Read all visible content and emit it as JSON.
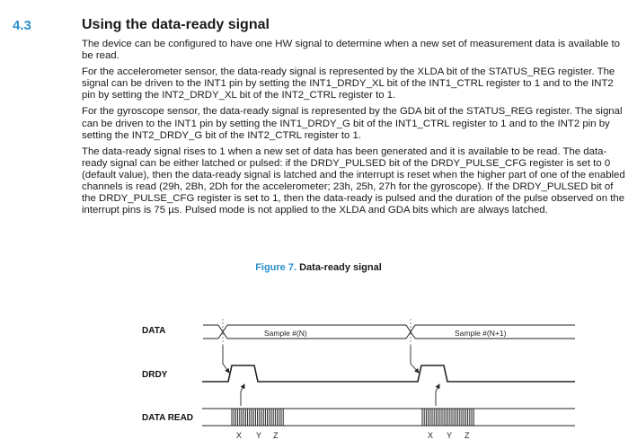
{
  "section": {
    "number": "4.3",
    "title": "Using the data-ready signal"
  },
  "paragraphs": [
    "The device can be configured to have one HW signal to determine when a new set of measurement data is available to be read.",
    "For the accelerometer sensor, the data-ready signal is represented by the XLDA bit of the STATUS_REG register. The signal can be driven to the INT1 pin by setting the INT1_DRDY_XL bit of the INT1_CTRL register to 1 and to the INT2 pin by setting the INT2_DRDY_XL bit of the INT2_CTRL register to 1.",
    "For the gyroscope sensor, the data-ready signal is represented by the GDA bit of the STATUS_REG register. The signal can be driven to the INT1 pin by setting the INT1_DRDY_G bit of the INT1_CTRL register to 1 and to the INT2 pin by setting the INT2_DRDY_G bit of the INT2_CTRL register to 1.",
    "The data-ready signal rises to 1 when a new set of data has been generated and it is available to be read. The data-ready signal can be either latched or pulsed: if the DRDY_PULSED bit of the DRDY_PULSE_CFG register is set to 0 (default value), then the data-ready signal is latched and the interrupt is reset when the higher part of one of the enabled channels is read (29h, 2Bh, 2Dh for the accelerometer; 23h, 25h, 27h for the gyroscope). If the DRDY_PULSED bit of the DRDY_PULSE_CFG register is set to 1, then the data-ready is pulsed and the duration of the pulse observed on the interrupt pins is 75 µs. Pulsed mode is not applied to the XLDA and GDA bits which are always latched."
  ],
  "figure": {
    "number": "Figure 7.",
    "title": "Data-ready signal"
  },
  "diagram": {
    "signals": [
      "DATA",
      "DRDY",
      "DATA READ"
    ],
    "samples": [
      "Sample #(N)",
      "Sample #(N+1)"
    ],
    "axes_group_1": [
      "X",
      "Y",
      "Z"
    ],
    "axes_group_2": [
      "X",
      "Y",
      "Z"
    ]
  },
  "colors": {
    "accent": "#2c8fc9",
    "text": "#1a1a1a"
  }
}
